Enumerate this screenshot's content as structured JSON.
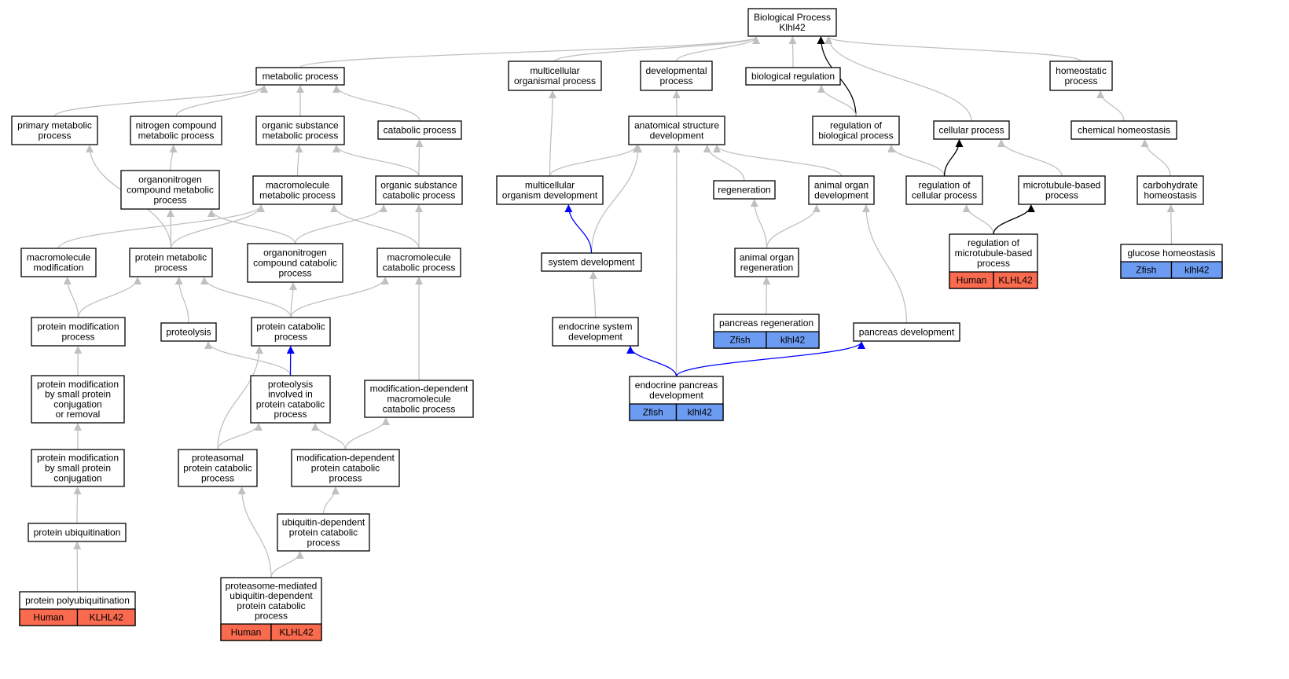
{
  "colors": {
    "human": "#fa6a4f",
    "zfish": "#6c9bf2",
    "edge_default": "#c0c0c0",
    "edge_black": "#000000",
    "edge_blue": "#0000ff"
  },
  "nodes": [
    {
      "id": "bp",
      "lines": [
        "Biological Process",
        "Klhl42"
      ]
    },
    {
      "id": "metabolic",
      "lines": [
        "metabolic process"
      ]
    },
    {
      "id": "multicellular_proc",
      "lines": [
        "multicellular",
        "organismal process"
      ]
    },
    {
      "id": "developmental",
      "lines": [
        "developmental",
        "process"
      ]
    },
    {
      "id": "bioreg",
      "lines": [
        "biological regulation"
      ]
    },
    {
      "id": "homeostatic",
      "lines": [
        "homeostatic",
        "process"
      ]
    },
    {
      "id": "primary_met",
      "lines": [
        "primary metabolic",
        "process"
      ]
    },
    {
      "id": "nitrogen",
      "lines": [
        "nitrogen compound",
        "metabolic process"
      ]
    },
    {
      "id": "org_sub_met",
      "lines": [
        "organic substance",
        "metabolic process"
      ]
    },
    {
      "id": "catabolic",
      "lines": [
        "catabolic process"
      ]
    },
    {
      "id": "anat_dev",
      "lines": [
        "anatomical structure",
        "development"
      ]
    },
    {
      "id": "reg_bio",
      "lines": [
        "regulation of",
        "biological process"
      ]
    },
    {
      "id": "cellular",
      "lines": [
        "cellular process"
      ]
    },
    {
      "id": "chem_homeo",
      "lines": [
        "chemical homeostasis"
      ]
    },
    {
      "id": "organonitro_met",
      "lines": [
        "organonitrogen",
        "compound metabolic",
        "process"
      ]
    },
    {
      "id": "macro_met",
      "lines": [
        "macromolecule",
        "metabolic process"
      ]
    },
    {
      "id": "org_sub_cat",
      "lines": [
        "organic substance",
        "catabolic process"
      ]
    },
    {
      "id": "multi_org_dev",
      "lines": [
        "multicellular",
        "organism development"
      ]
    },
    {
      "id": "regeneration",
      "lines": [
        "regeneration"
      ]
    },
    {
      "id": "animal_organ_dev",
      "lines": [
        "animal organ",
        "development"
      ]
    },
    {
      "id": "reg_cell",
      "lines": [
        "regulation of",
        "cellular process"
      ]
    },
    {
      "id": "microtubule",
      "lines": [
        "microtubule-based",
        "process"
      ]
    },
    {
      "id": "carbo_homeo",
      "lines": [
        "carbohydrate",
        "homeostasis"
      ]
    },
    {
      "id": "macro_mod",
      "lines": [
        "macromolecule",
        "modification"
      ]
    },
    {
      "id": "prot_met",
      "lines": [
        "protein metabolic",
        "process"
      ]
    },
    {
      "id": "organonitro_cat",
      "lines": [
        "organonitrogen",
        "compound catabolic",
        "process"
      ]
    },
    {
      "id": "macro_cat",
      "lines": [
        "macromolecule",
        "catabolic process"
      ]
    },
    {
      "id": "system_dev",
      "lines": [
        "system development"
      ]
    },
    {
      "id": "animal_organ_regen",
      "lines": [
        "animal organ",
        "regeneration"
      ]
    },
    {
      "id": "reg_microtubule",
      "lines": [
        "regulation of",
        "microtubule-based",
        "process"
      ],
      "annot": {
        "species": "Human",
        "gene": "KLHL42"
      }
    },
    {
      "id": "glucose_homeo",
      "lines": [
        "glucose homeostasis"
      ],
      "annot": {
        "species": "Zfish",
        "gene": "klhl42"
      }
    },
    {
      "id": "prot_mod_proc",
      "lines": [
        "protein modification",
        "process"
      ]
    },
    {
      "id": "proteolysis",
      "lines": [
        "proteolysis"
      ]
    },
    {
      "id": "prot_cat",
      "lines": [
        "protein catabolic",
        "process"
      ]
    },
    {
      "id": "endocrine_sys",
      "lines": [
        "endocrine system",
        "development"
      ]
    },
    {
      "id": "pancreas_regen",
      "lines": [
        "pancreas regeneration"
      ],
      "annot": {
        "species": "Zfish",
        "gene": "klhl42"
      }
    },
    {
      "id": "pancreas_dev",
      "lines": [
        "pancreas development"
      ]
    },
    {
      "id": "prot_mod_small",
      "lines": [
        "protein modification",
        "by small protein",
        "conjugation",
        "or removal"
      ]
    },
    {
      "id": "proteolysis_inv",
      "lines": [
        "proteolysis",
        "involved in",
        "protein catabolic",
        "process"
      ]
    },
    {
      "id": "mod_dep_macro",
      "lines": [
        "modification-dependent",
        "macromolecule",
        "catabolic process"
      ]
    },
    {
      "id": "endocrine_pancreas",
      "lines": [
        "endocrine pancreas",
        "development"
      ],
      "annot": {
        "species": "Zfish",
        "gene": "klhl42"
      }
    },
    {
      "id": "prot_mod_conj",
      "lines": [
        "protein modification",
        "by small protein",
        "conjugation"
      ]
    },
    {
      "id": "proteasomal",
      "lines": [
        "proteasomal",
        "protein catabolic",
        "process"
      ]
    },
    {
      "id": "mod_dep_prot",
      "lines": [
        "modification-dependent",
        "protein catabolic",
        "process"
      ]
    },
    {
      "id": "ubiquitin_dep",
      "lines": [
        "ubiquitin-dependent",
        "protein catabolic",
        "process"
      ]
    },
    {
      "id": "prot_ubiq",
      "lines": [
        "protein ubiquitination"
      ]
    },
    {
      "id": "prot_polyubiq",
      "lines": [
        "protein polyubiquitination"
      ],
      "annot": {
        "species": "Human",
        "gene": "KLHL42"
      }
    },
    {
      "id": "proteasome_mediated",
      "lines": [
        "proteasome-mediated",
        "ubiquitin-dependent",
        "protein catabolic",
        "process"
      ],
      "annot": {
        "species": "Human",
        "gene": "KLHL42"
      }
    }
  ],
  "edges": [
    {
      "from": "metabolic",
      "to": "bp",
      "style": "gray"
    },
    {
      "from": "multicellular_proc",
      "to": "bp",
      "style": "gray"
    },
    {
      "from": "developmental",
      "to": "bp",
      "style": "gray"
    },
    {
      "from": "bioreg",
      "to": "bp",
      "style": "gray"
    },
    {
      "from": "homeostatic",
      "to": "bp",
      "style": "gray"
    },
    {
      "from": "cellular",
      "to": "bp",
      "style": "gray"
    },
    {
      "from": "reg_bio",
      "to": "bp",
      "style": "black"
    },
    {
      "from": "primary_met",
      "to": "metabolic",
      "style": "gray"
    },
    {
      "from": "nitrogen",
      "to": "metabolic",
      "style": "gray"
    },
    {
      "from": "org_sub_met",
      "to": "metabolic",
      "style": "gray"
    },
    {
      "from": "catabolic",
      "to": "metabolic",
      "style": "gray"
    },
    {
      "from": "multi_org_dev",
      "to": "multicellular_proc",
      "style": "gray"
    },
    {
      "from": "anat_dev",
      "to": "developmental",
      "style": "gray"
    },
    {
      "from": "reg_bio",
      "to": "bioreg",
      "style": "gray"
    },
    {
      "from": "chem_homeo",
      "to": "homeostatic",
      "style": "gray"
    },
    {
      "from": "organonitro_met",
      "to": "nitrogen",
      "style": "gray"
    },
    {
      "from": "macro_met",
      "to": "org_sub_met",
      "style": "gray"
    },
    {
      "from": "org_sub_cat",
      "to": "org_sub_met",
      "style": "gray"
    },
    {
      "from": "org_sub_cat",
      "to": "catabolic",
      "style": "gray"
    },
    {
      "from": "multi_org_dev",
      "to": "anat_dev",
      "style": "gray"
    },
    {
      "from": "system_dev",
      "to": "anat_dev",
      "style": "gray"
    },
    {
      "from": "endocrine_pancreas",
      "to": "anat_dev",
      "style": "gray"
    },
    {
      "from": "regeneration",
      "to": "anat_dev",
      "style": "gray"
    },
    {
      "from": "animal_organ_dev",
      "to": "anat_dev",
      "style": "gray"
    },
    {
      "from": "reg_cell",
      "to": "reg_bio",
      "style": "gray"
    },
    {
      "from": "reg_cell",
      "to": "cellular",
      "style": "black"
    },
    {
      "from": "microtubule",
      "to": "cellular",
      "style": "gray"
    },
    {
      "from": "carbo_homeo",
      "to": "chem_homeo",
      "style": "gray"
    },
    {
      "from": "macro_mod",
      "to": "macro_met",
      "style": "gray"
    },
    {
      "from": "prot_met",
      "to": "macro_met",
      "style": "gray"
    },
    {
      "from": "prot_met",
      "to": "primary_met",
      "style": "gray"
    },
    {
      "from": "prot_met",
      "to": "organonitro_met",
      "style": "gray"
    },
    {
      "from": "organonitro_cat",
      "to": "organonitro_met",
      "style": "gray"
    },
    {
      "from": "organonitro_cat",
      "to": "org_sub_cat",
      "style": "gray"
    },
    {
      "from": "macro_cat",
      "to": "macro_met",
      "style": "gray"
    },
    {
      "from": "macro_cat",
      "to": "org_sub_cat",
      "style": "gray"
    },
    {
      "from": "system_dev",
      "to": "multi_org_dev",
      "style": "blue"
    },
    {
      "from": "animal_organ_regen",
      "to": "regeneration",
      "style": "gray"
    },
    {
      "from": "animal_organ_regen",
      "to": "animal_organ_dev",
      "style": "gray"
    },
    {
      "from": "pancreas_dev",
      "to": "animal_organ_dev",
      "style": "gray"
    },
    {
      "from": "reg_microtubule",
      "to": "reg_cell",
      "style": "gray"
    },
    {
      "from": "reg_microtubule",
      "to": "microtubule",
      "style": "black"
    },
    {
      "from": "glucose_homeo",
      "to": "carbo_homeo",
      "style": "gray"
    },
    {
      "from": "prot_mod_proc",
      "to": "macro_mod",
      "style": "gray"
    },
    {
      "from": "prot_mod_proc",
      "to": "prot_met",
      "style": "gray"
    },
    {
      "from": "proteolysis",
      "to": "prot_met",
      "style": "gray"
    },
    {
      "from": "prot_cat",
      "to": "prot_met",
      "style": "gray"
    },
    {
      "from": "prot_cat",
      "to": "organonitro_cat",
      "style": "gray"
    },
    {
      "from": "prot_cat",
      "to": "macro_cat",
      "style": "gray"
    },
    {
      "from": "endocrine_sys",
      "to": "system_dev",
      "style": "gray"
    },
    {
      "from": "pancreas_regen",
      "to": "animal_organ_regen",
      "style": "gray"
    },
    {
      "from": "prot_mod_small",
      "to": "prot_mod_proc",
      "style": "gray"
    },
    {
      "from": "proteolysis_inv",
      "to": "proteolysis",
      "style": "gray"
    },
    {
      "from": "proteolysis_inv",
      "to": "prot_cat",
      "style": "blue"
    },
    {
      "from": "mod_dep_macro",
      "to": "macro_cat",
      "style": "gray"
    },
    {
      "from": "endocrine_pancreas",
      "to": "endocrine_sys",
      "style": "blue"
    },
    {
      "from": "endocrine_pancreas",
      "to": "pancreas_dev",
      "style": "blue"
    },
    {
      "from": "prot_mod_conj",
      "to": "prot_mod_small",
      "style": "gray"
    },
    {
      "from": "proteasomal",
      "to": "proteolysis_inv",
      "style": "gray"
    },
    {
      "from": "proteasomal",
      "to": "prot_cat",
      "style": "gray"
    },
    {
      "from": "mod_dep_prot",
      "to": "proteolysis_inv",
      "style": "gray"
    },
    {
      "from": "mod_dep_prot",
      "to": "mod_dep_macro",
      "style": "gray"
    },
    {
      "from": "ubiquitin_dep",
      "to": "mod_dep_prot",
      "style": "gray"
    },
    {
      "from": "prot_ubiq",
      "to": "prot_mod_conj",
      "style": "gray"
    },
    {
      "from": "prot_polyubiq",
      "to": "prot_ubiq",
      "style": "gray"
    },
    {
      "from": "proteasome_mediated",
      "to": "proteasomal",
      "style": "gray"
    },
    {
      "from": "proteasome_mediated",
      "to": "ubiquitin_dep",
      "style": "gray"
    }
  ]
}
